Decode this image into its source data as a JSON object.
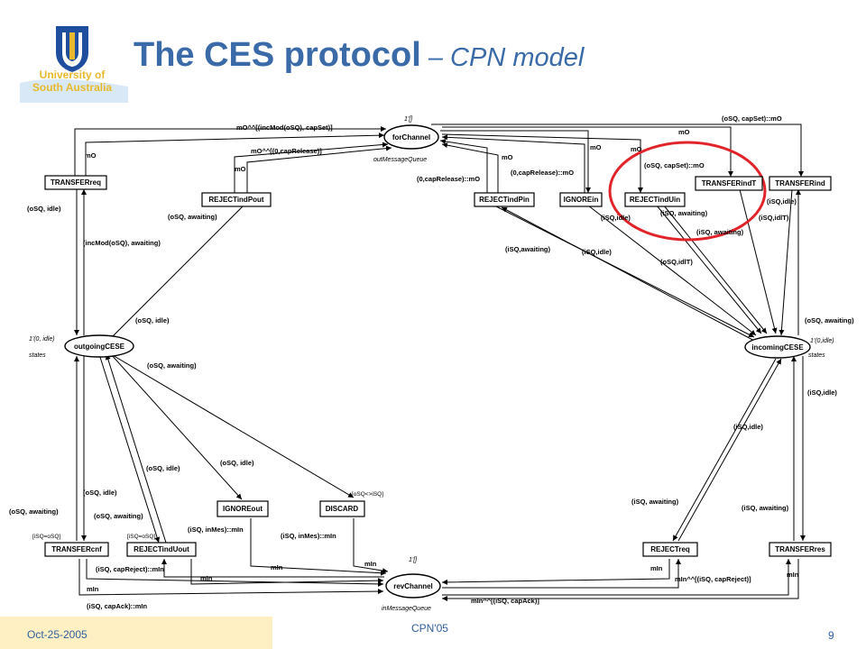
{
  "header": {
    "title_main": "The CES protocol",
    "title_sub": " – CPN model",
    "university_line1": "University of",
    "university_line2": "South Australia"
  },
  "places": {
    "forChannel": "forChannel",
    "forChannel_mark": "1'[]",
    "forChannel_note": "outMessageQueue",
    "outgoingCESE": "outgoingCESE",
    "outgoing_mark": "1'(0, idle)",
    "outgoing_note": "states",
    "incomingCESE": "incomingCESE",
    "incoming_mark": "1'(0,idle)",
    "incoming_note": "states",
    "revChannel": "revChannel",
    "revChannel_mark": "1'[]",
    "revChannel_note": "inMessageQueue"
  },
  "transitions": {
    "TRANSFERreq": "TRANSFERreq",
    "REJECTindPout": "REJECTindPout",
    "REJECTindPin": "REJECTindPin",
    "IGNOREin": "IGNOREin",
    "REJECTindUin": "REJECTindUin",
    "TRANSFERindT": "TRANSFERindT",
    "TRANSFERind": "TRANSFERind",
    "IGNOREout": "IGNOREout",
    "DISCARD": "DISCARD",
    "TRANSFERcnf": "TRANSFERcnf",
    "REJECTindUout": "REJECTindUout",
    "REJECTreq": "REJECTreq",
    "TRANSFERres": "TRANSFERres"
  },
  "guards": {
    "discard": "[oSQ<>iSQ]",
    "transfercnf": "[iSQ=oSQ]",
    "rejectinduout": "[iSQ=oSQ]"
  },
  "arcs": {
    "a1": "mO^^[(incMod(oSQ), capSet)]",
    "a2": "mO^^[(0,capRelease)]",
    "a3": "(oSQ, capSet)::mO",
    "a4": "mO",
    "a5": "mO",
    "a6": "mO",
    "a7": "mO",
    "a8": "mO",
    "a9": "mO",
    "a10": "(0,capRelease)::mO",
    "a11": "(0,capRelease)::mO",
    "a12": "(oSQ, capSet)::mO",
    "a13": "(oSQ, idle)",
    "a14": "(incMod(oSQ), awaiting)",
    "a15": "(oSQ, awaiting)",
    "a16": "(oSQ, idle)",
    "a17": "(oSQ, awaiting)",
    "a18": "(iSQ,idle)",
    "a19": "(iSQ, awaiting)",
    "a20": "(iSQ,idle)",
    "a21": "(iSQ,idlT)",
    "a22": "(iSQ, awaiting)",
    "a23": "(iSQ,awaiting)",
    "a24": "(iSQ,idle)",
    "a25": "(oSQ,idlT)",
    "a26": "(oSQ, awaiting)",
    "a27": "(iSQ,idle)",
    "a28": "(iSQ,idle)",
    "a29": "(oSQ, idle)",
    "a30": "(oSQ, idle)",
    "a31": "(oSQ, idle)",
    "a32": "(oSQ, awaiting)",
    "a33": "(oSQ, awaiting)",
    "a34": "(iSQ, inMes)::mIn",
    "a35": "(iSQ, inMes)::mIn",
    "a36": "(iSQ, capReject)::mIn",
    "a37": "mIn",
    "a38": "mIn",
    "a39": "mIn",
    "a40": "(iSQ, capAck)::mIn",
    "a41": "mIn",
    "a42": "mIn^^[(iSQ, capAck)]",
    "a43": "mIn^^[(iSQ, capReject)]",
    "a44": "mIn",
    "a45": "(iSQ, awaiting)",
    "a46": "(iSQ, awaiting)",
    "a47": "mIn"
  },
  "footer": {
    "date": "Oct-25-2005",
    "conference": "CPN'05",
    "page": "9"
  },
  "colors": {
    "title": "#3a6aa8",
    "university": "#e8b92c",
    "highlight_circle": "#e0242a",
    "footer_bar": "#fff0c4"
  }
}
